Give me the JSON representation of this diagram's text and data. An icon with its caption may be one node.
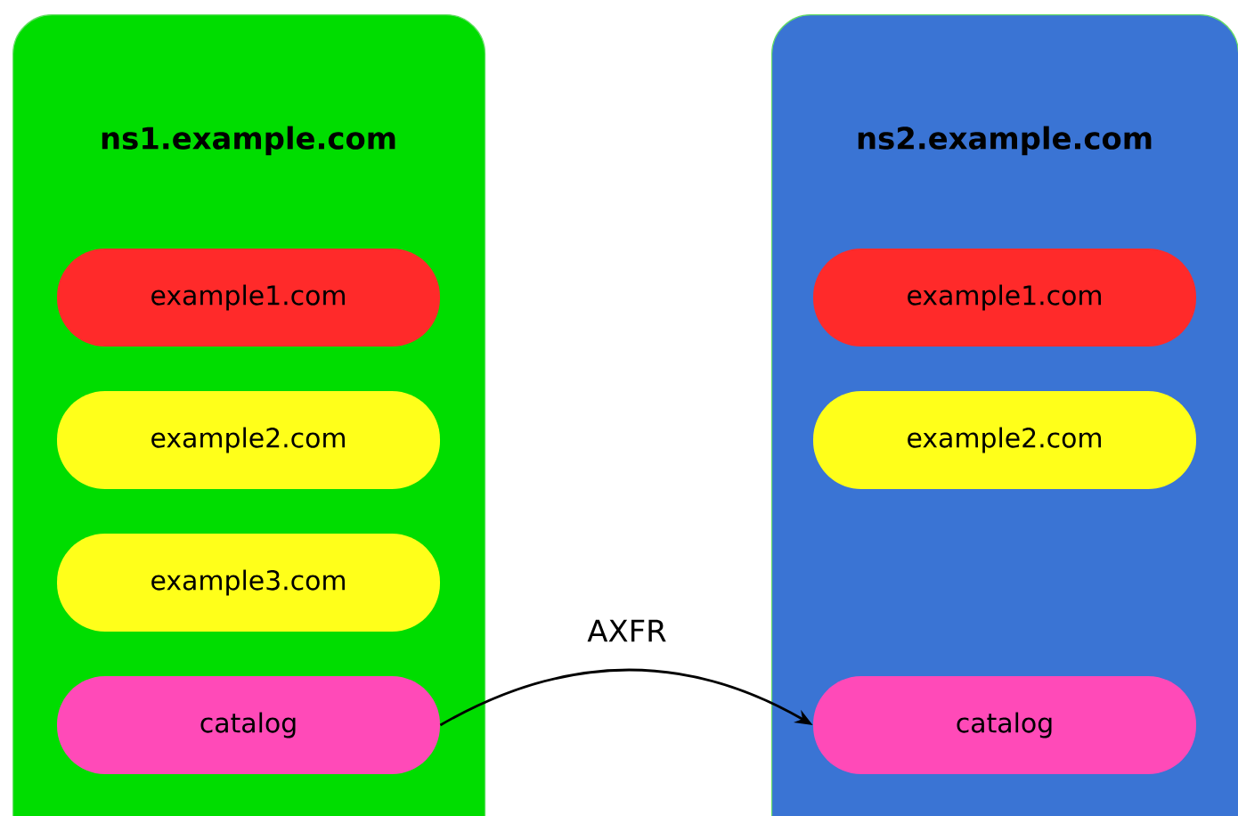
{
  "diagram": {
    "nodes": [
      {
        "text": [
          "ns1.example.com"
        ]
      },
      {
        "text": [
          "example1.com"
        ],
        "in": 0
      },
      {
        "text": [
          "example2.com"
        ],
        "in": 0
      },
      {
        "text": [
          "example3.com"
        ],
        "in": 0
      },
      {
        "text": [
          "catalog"
        ],
        "in": 0
      },
      {
        "text": [
          "ns2.example.com"
        ]
      },
      {
        "text": [
          "example1.com"
        ],
        "in": 5
      },
      {
        "text": [
          "example2.com"
        ],
        "in": 5
      },
      {
        "text": [
          "catalog"
        ],
        "in": 5
      }
    ],
    "edges": [
      {
        "from": 4,
        "to": 8,
        "arrow": "to",
        "label": "AXFR"
      }
    ]
  }
}
